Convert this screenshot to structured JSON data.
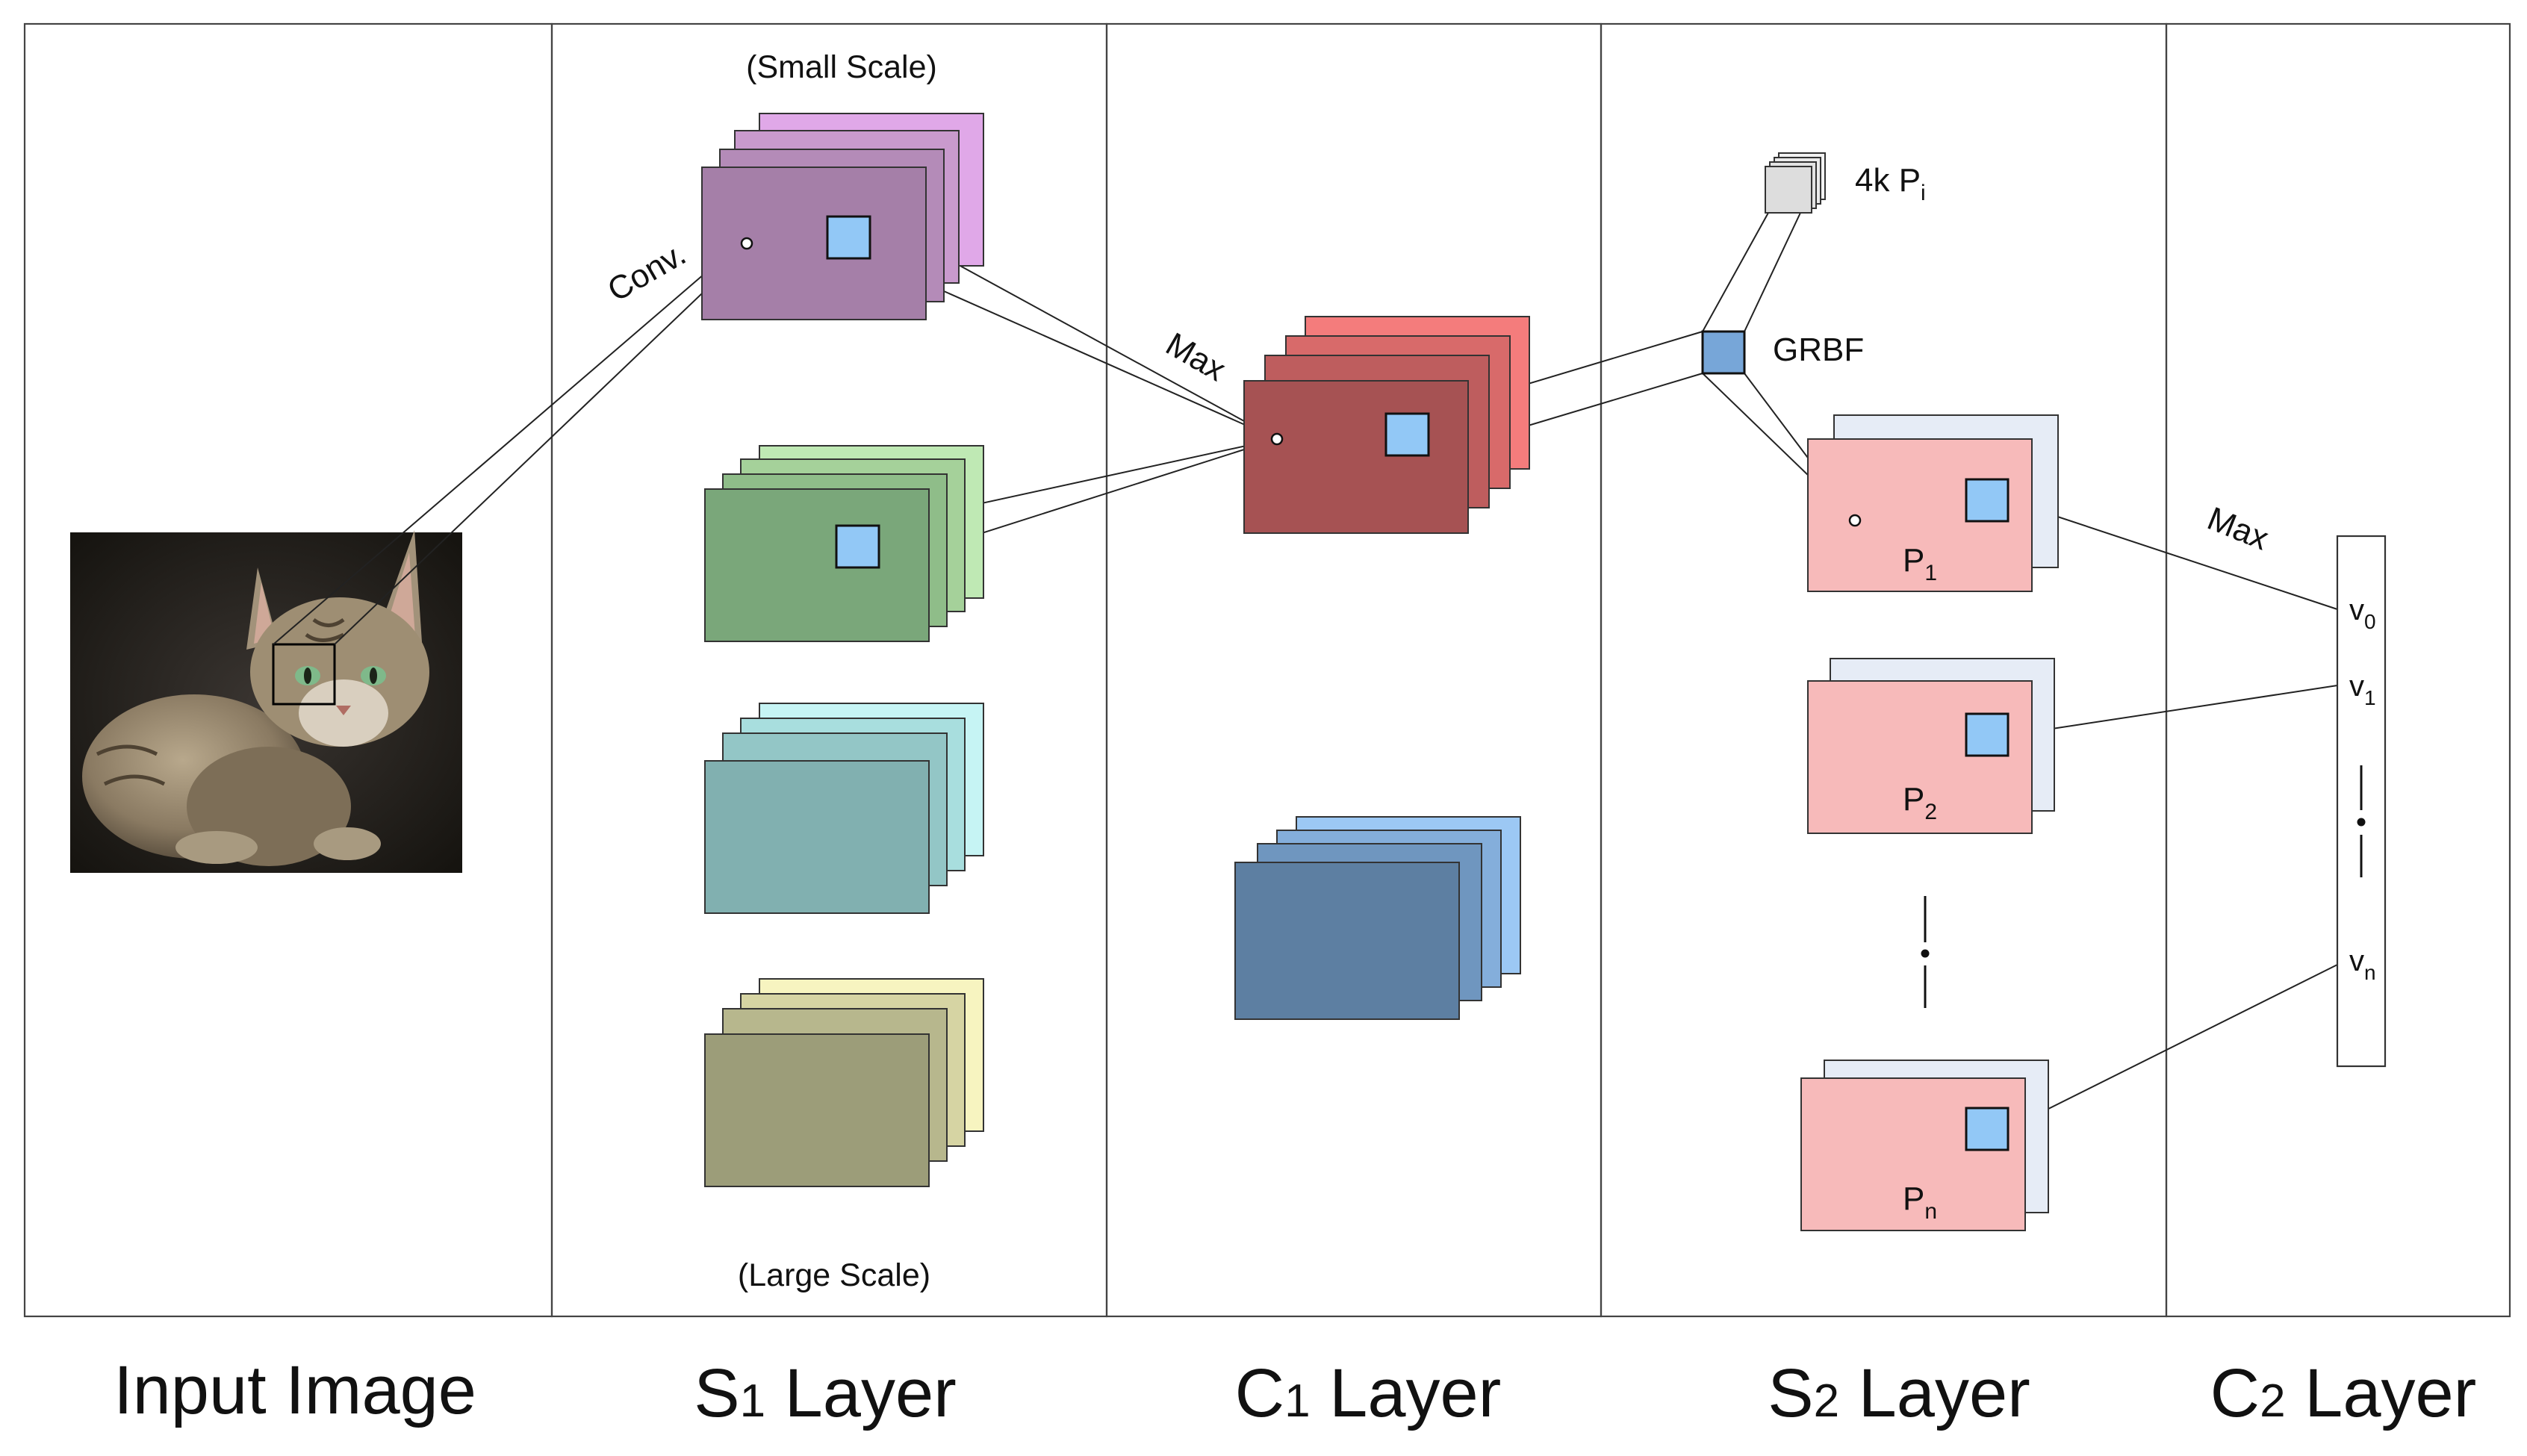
{
  "panels": {
    "input": {
      "label": "Input Image"
    },
    "s1": {
      "label_main": "S",
      "label_sub": "1",
      "label_rest": " Layer",
      "top_note": "(Small Scale)",
      "bottom_note": "(Large Scale)",
      "conv_label": "Conv."
    },
    "c1": {
      "label_main": "C",
      "label_sub": "1",
      "label_rest": " Layer",
      "max_label": "Max"
    },
    "s2": {
      "label_main": "S",
      "label_sub": "2",
      "label_rest": " Layer",
      "prototypes_prefix": "4k P",
      "prototypes_sub": "i",
      "grbf_label": "GRBF",
      "maps": [
        {
          "main": "P",
          "sub": "1"
        },
        {
          "main": "P",
          "sub": "2"
        },
        {
          "main": "P",
          "sub": "n"
        }
      ]
    },
    "c2": {
      "label_main": "C",
      "label_sub": "2",
      "label_rest": " Layer",
      "max_label": "Max",
      "vector": [
        {
          "main": "v",
          "sub": "0"
        },
        {
          "main": "v",
          "sub": "1"
        },
        {
          "main": "v",
          "sub": "n"
        }
      ]
    }
  },
  "colors": {
    "s1_stacks": [
      "#a57fa8",
      "#7aa77a",
      "#81b0b0",
      "#9c9d79"
    ],
    "s1_back": [
      "#e0a8e8",
      "#bfe9b4",
      "#c6f4f4",
      "#f7f4c0"
    ],
    "c1_stacks": [
      "#a65253",
      "#5d7fa2"
    ],
    "c1_back": [
      "#f47c7c",
      "#9cc8f4"
    ],
    "s2_maps": "#f7baba",
    "s2_back": "#e6ecf6",
    "receptive_field": "#92c8f6",
    "grbf": "#77a6d8",
    "prototype": "#dddddd"
  }
}
